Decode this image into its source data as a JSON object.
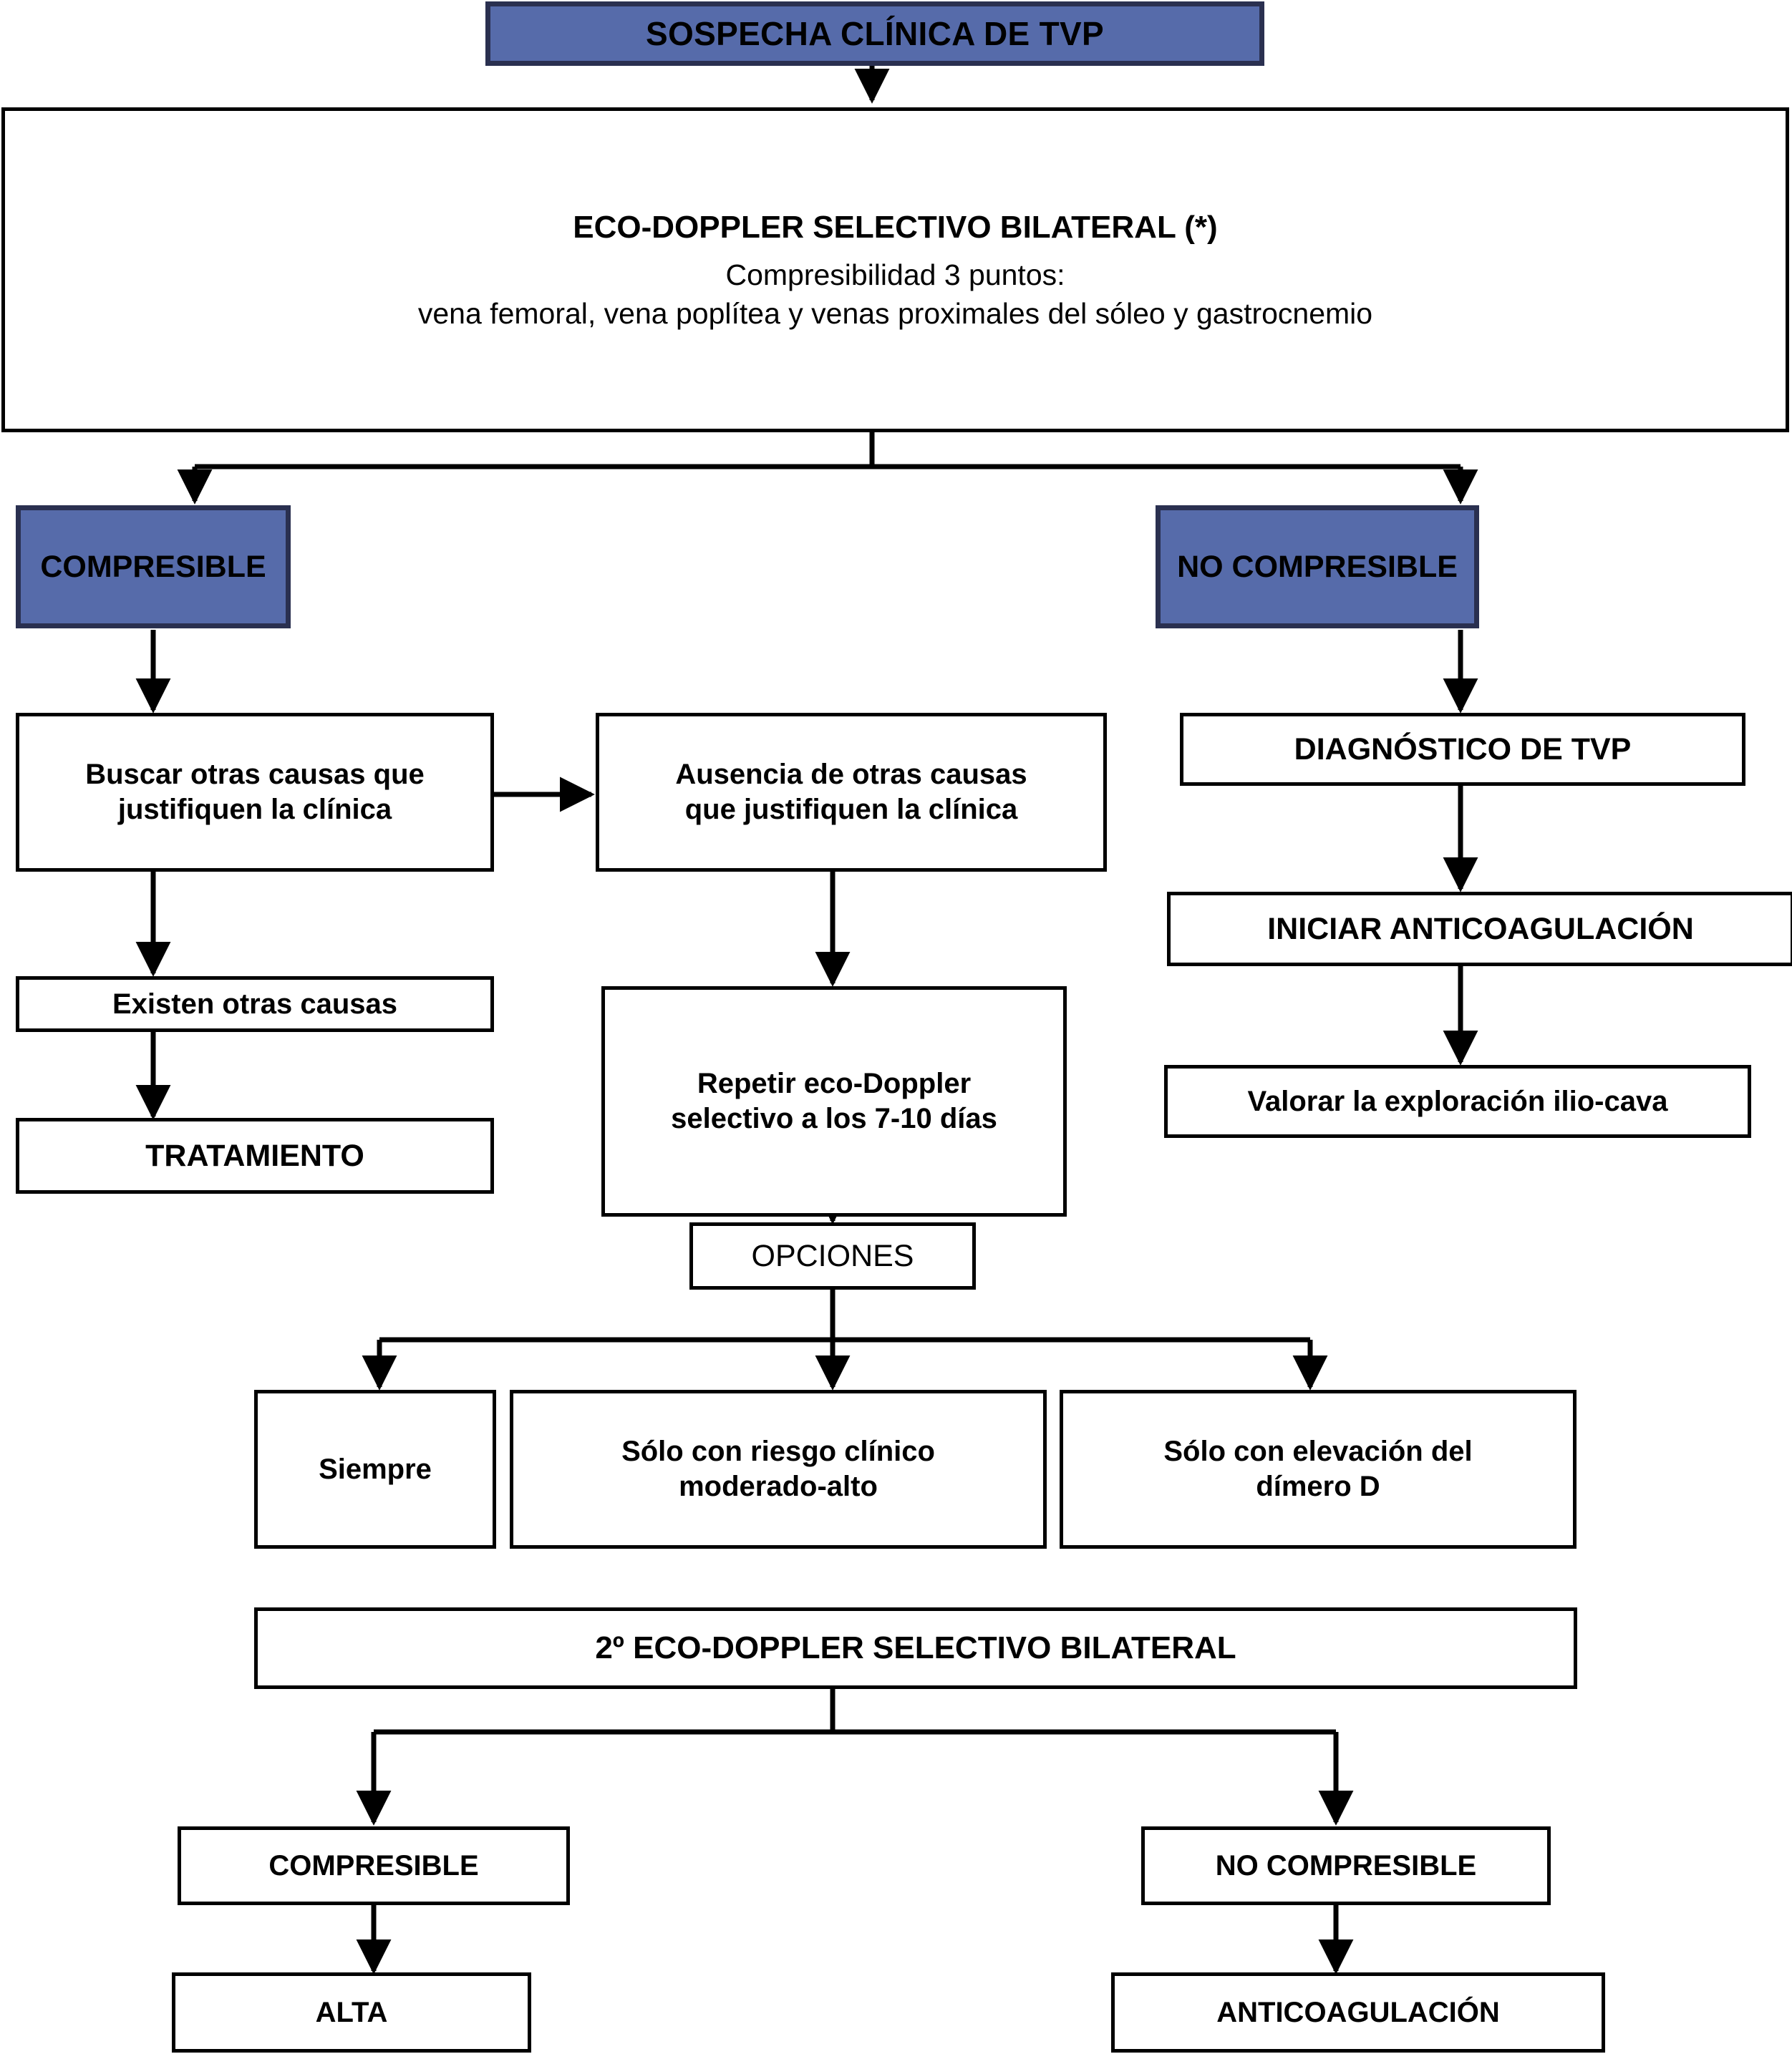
{
  "diagram": {
    "title": "Algoritmo diagnóstico de sospecha clínica de TVP",
    "colors": {
      "accent_fill": "#566BAA",
      "accent_border": "#2A3050",
      "box_border": "#000000",
      "background": "#FFFFFF",
      "text": "#000000"
    },
    "nodes": {
      "sospecha": "SOSPECHA CLÍNICA DE TVP",
      "eco_doppler_title": "ECO-DOPPLER SELECTIVO BILATERAL (*)",
      "eco_doppler_line1": "Compresibilidad 3 puntos:",
      "eco_doppler_line2": "vena femoral, vena poplítea y venas proximales del sóleo y gastrocnemio",
      "compresible": "COMPRESIBLE",
      "no_compresible": "NO COMPRESIBLE",
      "buscar_causas_l1": "Buscar otras causas que",
      "buscar_causas_l2": "justifiquen la clínica",
      "ausencia_causas_l1": "Ausencia de otras causas",
      "ausencia_causas_l2": "que justifiquen la clínica",
      "diagnostico_tvp": "DIAGNÓSTICO DE TVP",
      "existen_causas": "Existen otras causas",
      "repetir_eco_l1": "Repetir eco-Doppler",
      "repetir_eco_l2": "selectivo a los 7-10 días",
      "iniciar_anticoagulacion": "INICIAR ANTICOAGULACIÓN",
      "tratamiento": "TRATAMIENTO",
      "valorar_ilio_cava": "Valorar la exploración ilio-cava",
      "opciones": "OPCIONES",
      "siempre": "Siempre",
      "riesgo_clinico_l1": "Sólo con riesgo clínico",
      "riesgo_clinico_l2": "moderado-alto",
      "dimero_d_l1": "Sólo con elevación del",
      "dimero_d_l2": "dímero D",
      "segundo_eco": "2º ECO-DOPPLER SELECTIVO BILATERAL",
      "compresible_2": "COMPRESIBLE",
      "no_compresible_2": "NO COMPRESIBLE",
      "alta": "ALTA",
      "anticoagulacion": "ANTICOAGULACIÓN"
    }
  }
}
